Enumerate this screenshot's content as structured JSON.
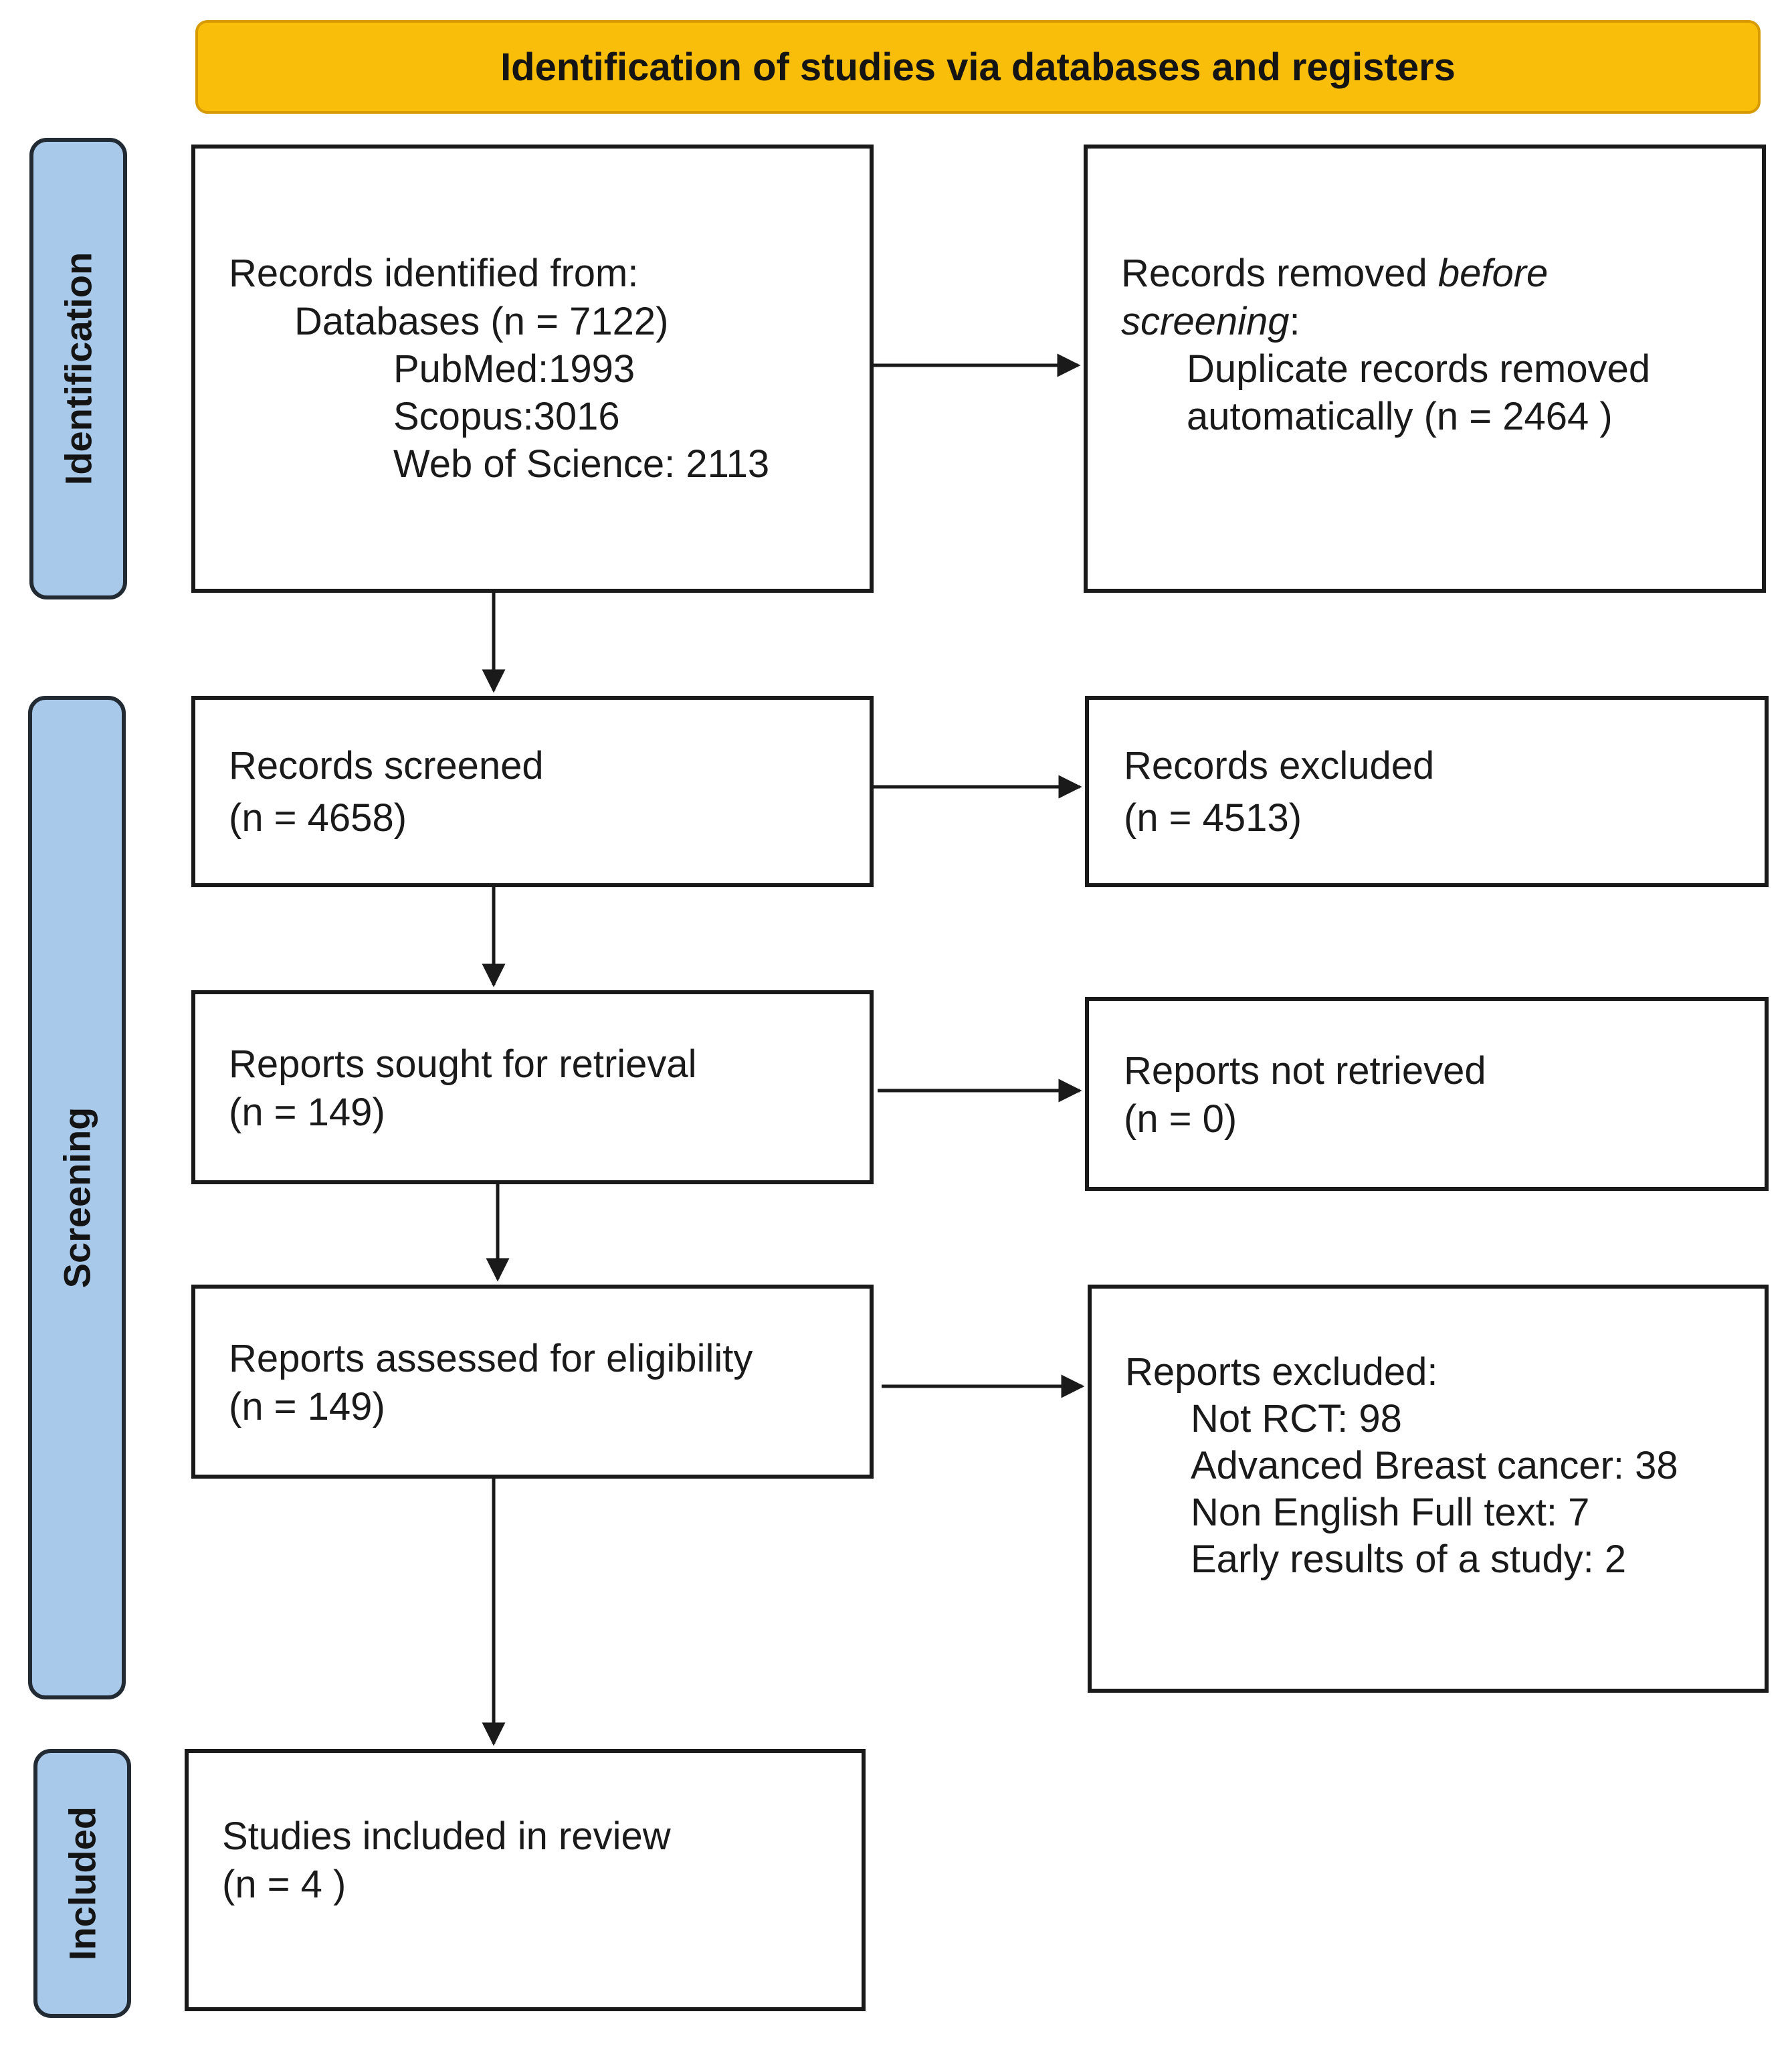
{
  "header": {
    "title": "Identification of studies via databases and registers",
    "color": "#f9be0a"
  },
  "phases": {
    "color": "#a9c9ea",
    "identification": "Identification",
    "screening": "Screening",
    "included": "Included"
  },
  "identified": {
    "heading": "Records identified from:",
    "databases": "Databases (n = 7122)",
    "sources": [
      "PubMed:1993",
      "Scopus:3016",
      "Web of Science: 2113"
    ]
  },
  "removed": {
    "prefix": "Records removed ",
    "emphasis_1": "before",
    "emphasis_2": "screening",
    "suffix": ":",
    "line_1": "Duplicate records removed",
    "line_2": "automatically (n = 2464 )"
  },
  "screened": {
    "label": "Records screened",
    "count": "(n = 4658)"
  },
  "excluded_records": {
    "label": "Records excluded",
    "count": "(n = 4513)"
  },
  "sought": {
    "label": "Reports sought for retrieval",
    "count": "(n = 149)"
  },
  "not_retrieved": {
    "label": "Reports not retrieved",
    "count": "(n = 0)"
  },
  "assessed": {
    "label": "Reports assessed for eligibility",
    "count": "(n = 149)"
  },
  "reports_excluded": {
    "heading": "Reports excluded:",
    "reasons": [
      "Not RCT: 98",
      "Advanced Breast cancer: 38",
      "Non English Full text: 7",
      "Early results of a study: 2"
    ]
  },
  "included": {
    "label": "Studies included in review",
    "count": "(n = 4 )"
  }
}
